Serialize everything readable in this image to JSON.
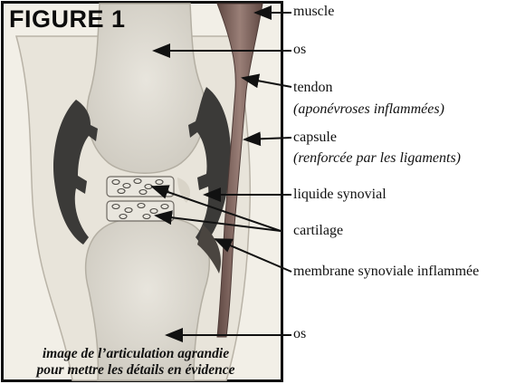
{
  "figure": {
    "title": "FIGURE 1",
    "caption_lines": [
      "image de l’articulation agrandie",
      "pour mettre les détails en évidence"
    ]
  },
  "labels": {
    "muscle": "muscle",
    "os_top": "os",
    "tendon": "tendon",
    "tendon_note": "(aponévroses inflammées)",
    "capsule": "capsule",
    "capsule_note": "(renforcée par les ligaments)",
    "liquide": "liquide synovial",
    "cartilage": "cartilage",
    "membrane": "membrane synoviale inflammée",
    "os_bottom": "os"
  },
  "colors": {
    "background": "#f2efe7",
    "bone": "#dedbd2",
    "tissue": "#ebe7dc",
    "muscle_tendon": "#7a5e58",
    "synovial_dark": "#3b3a38",
    "frame": "#111111"
  }
}
